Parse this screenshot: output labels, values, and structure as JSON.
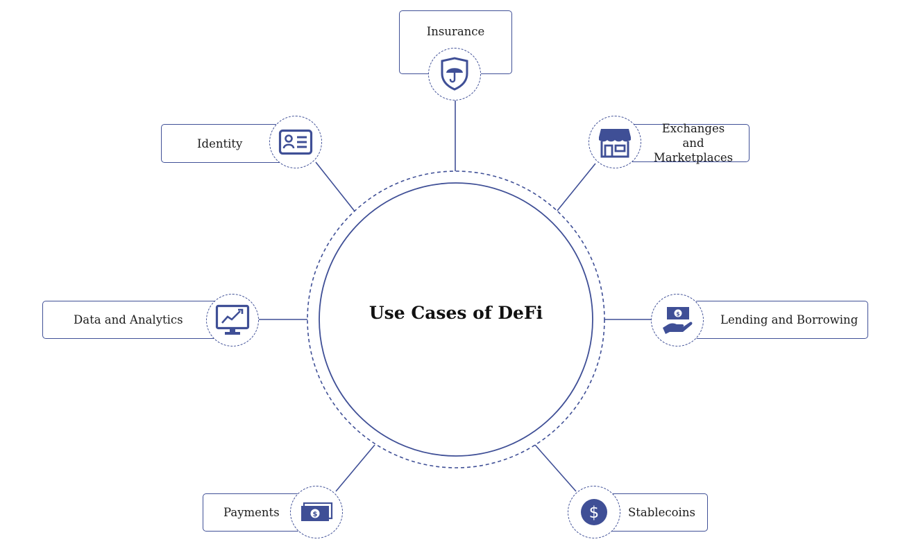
{
  "center": {
    "title": "Use Cases of DeFi"
  },
  "colors": {
    "accent": "#3f4f96",
    "text": "#1c1c1c",
    "background": "#ffffff"
  },
  "nodes": [
    {
      "label": "Insurance",
      "icon": "umbrella-shield-icon"
    },
    {
      "label": "Identity",
      "icon": "id-card-icon"
    },
    {
      "label": "Exchanges and Marketplaces",
      "icon": "storefront-icon"
    },
    {
      "label": "Data and Analytics",
      "icon": "monitor-chart-icon"
    },
    {
      "label": "Lending and Borrowing",
      "icon": "hand-money-icon"
    },
    {
      "label": "Payments",
      "icon": "banknote-icon"
    },
    {
      "label": "Stablecoins",
      "icon": "dollar-coin-icon"
    }
  ]
}
